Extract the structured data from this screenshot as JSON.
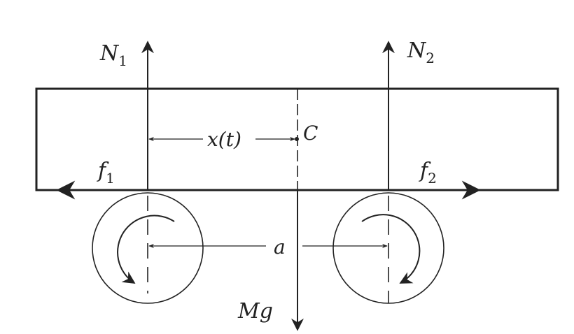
{
  "labels": {
    "n1": "N",
    "n1_sub": "1",
    "n2": "N",
    "n2_sub": "2",
    "f1": "f",
    "f1_sub": "1",
    "f2": "f",
    "f2_sub": "2",
    "xt": "x(t)",
    "c": "C",
    "a": "a",
    "mg": "Mg"
  },
  "colors": {
    "ink": "#222222",
    "background": "#ffffff"
  }
}
